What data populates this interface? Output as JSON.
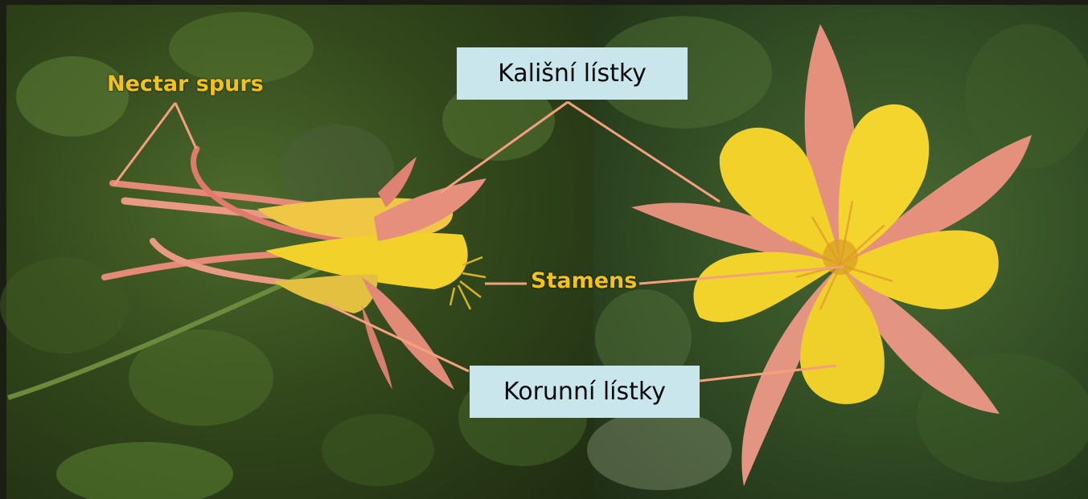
{
  "labels": {
    "nectar_spurs": "Nectar spurs",
    "calyx": "Kališní lístky",
    "stamens": "Stamens",
    "corolla": "Korunní lístky"
  },
  "colors": {
    "label_box_bg": "#c9e6ec",
    "label_yellow": "#f2c21c",
    "pointer_line": "#f4a07c",
    "petal_yellow": "#f1d12a",
    "sepal_pink": "#e58f7c"
  }
}
